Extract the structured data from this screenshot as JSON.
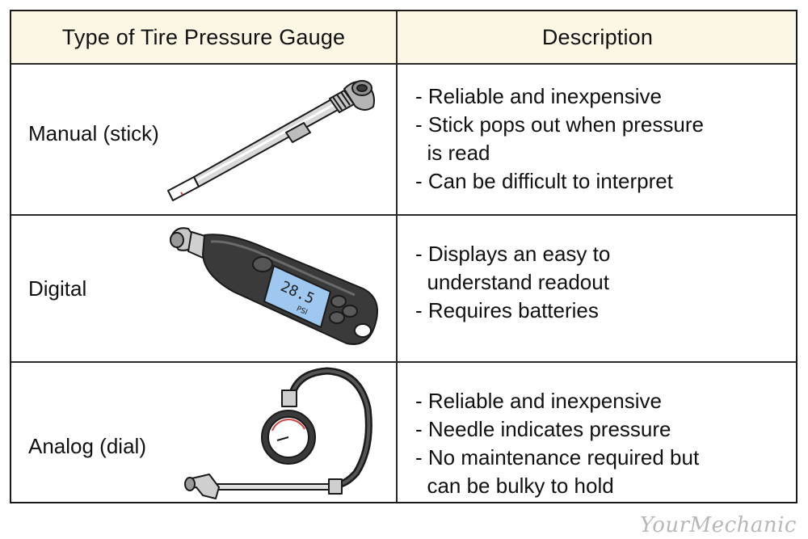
{
  "table": {
    "headers": [
      "Type of Tire Pressure Gauge",
      "Description"
    ],
    "rows": [
      {
        "type": "Manual (stick)",
        "description": [
          "- Reliable and inexpensive",
          "- Stick pops out when pressure",
          "  is read",
          "- Can be difficult to interpret"
        ],
        "illustration_icon": "stick-gauge-icon"
      },
      {
        "type": "Digital",
        "description": [
          "- Displays an easy to",
          "  understand readout",
          "- Requires batteries"
        ],
        "illustration_icon": "digital-gauge-icon"
      },
      {
        "type": "Analog (dial)",
        "description": [
          "- Reliable and inexpensive",
          "- Needle indicates pressure",
          "- No maintenance required but",
          "  can be bulky to hold"
        ],
        "illustration_icon": "dial-gauge-icon"
      }
    ]
  },
  "digital_display": {
    "main": "28.5",
    "unit": "PSI"
  },
  "watermark": "YourMechanic",
  "colors": {
    "header_bg": "#fbf7e4",
    "border": "#2a2a2a",
    "display": "#9ec8f0"
  }
}
